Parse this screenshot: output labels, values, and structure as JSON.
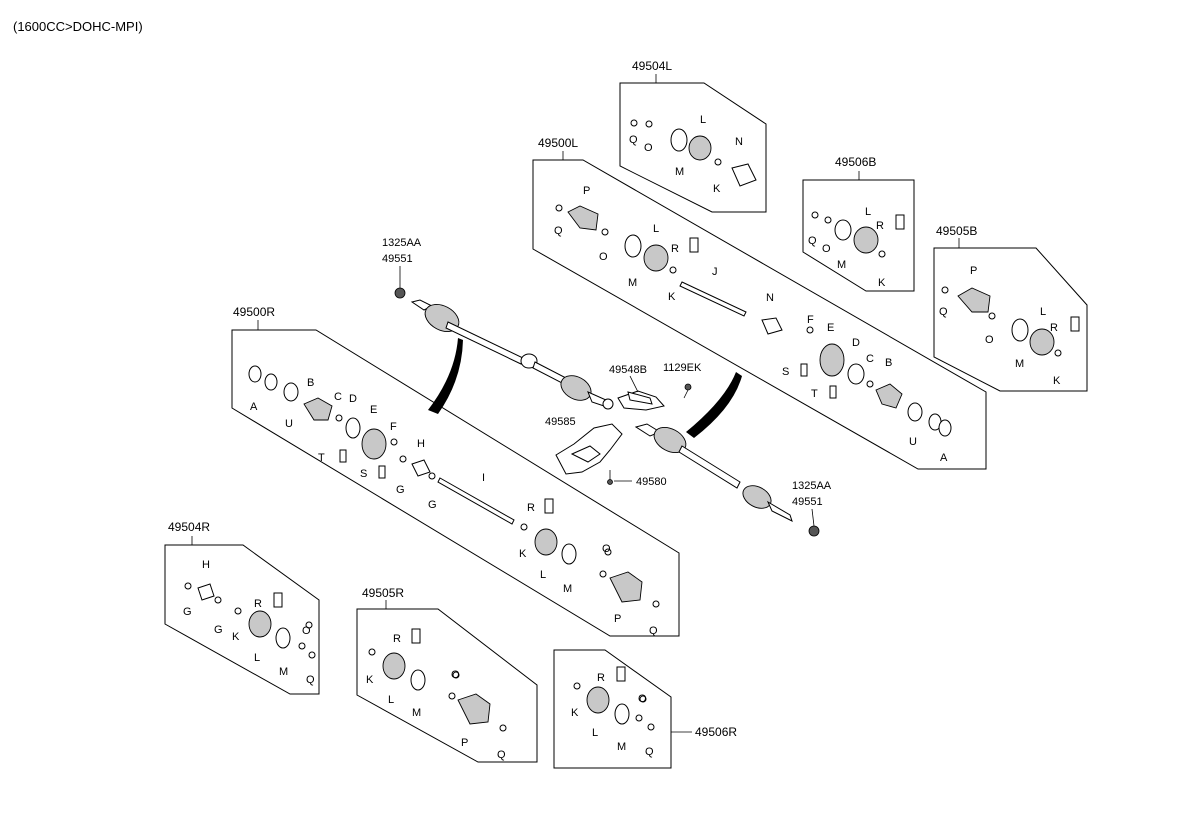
{
  "header": {
    "engine_spec": "(1600CC>DOHC-MPI)"
  },
  "groups": {
    "g49504L": "49504L",
    "g49500L": "49500L",
    "g49506B": "49506B",
    "g49505B": "49505B",
    "g49500R": "49500R",
    "g49504R": "49504R",
    "g49505R": "49505R",
    "g49506R": "49506R"
  },
  "standalone_parts": {
    "nut_code": "1325AA",
    "nut_part": "49551",
    "cover": "49548B",
    "bolt": "1129EK",
    "bracket": "49585",
    "bracket_bolt": "49580"
  },
  "letters": {
    "A": "A",
    "B": "B",
    "C": "C",
    "D": "D",
    "E": "E",
    "F": "F",
    "G": "G",
    "H": "H",
    "I": "I",
    "J": "J",
    "K": "K",
    "L": "L",
    "M": "M",
    "N": "N",
    "O": "O",
    "P": "P",
    "Q": "Q",
    "R": "R",
    "S": "S",
    "T": "T",
    "U": "U"
  }
}
